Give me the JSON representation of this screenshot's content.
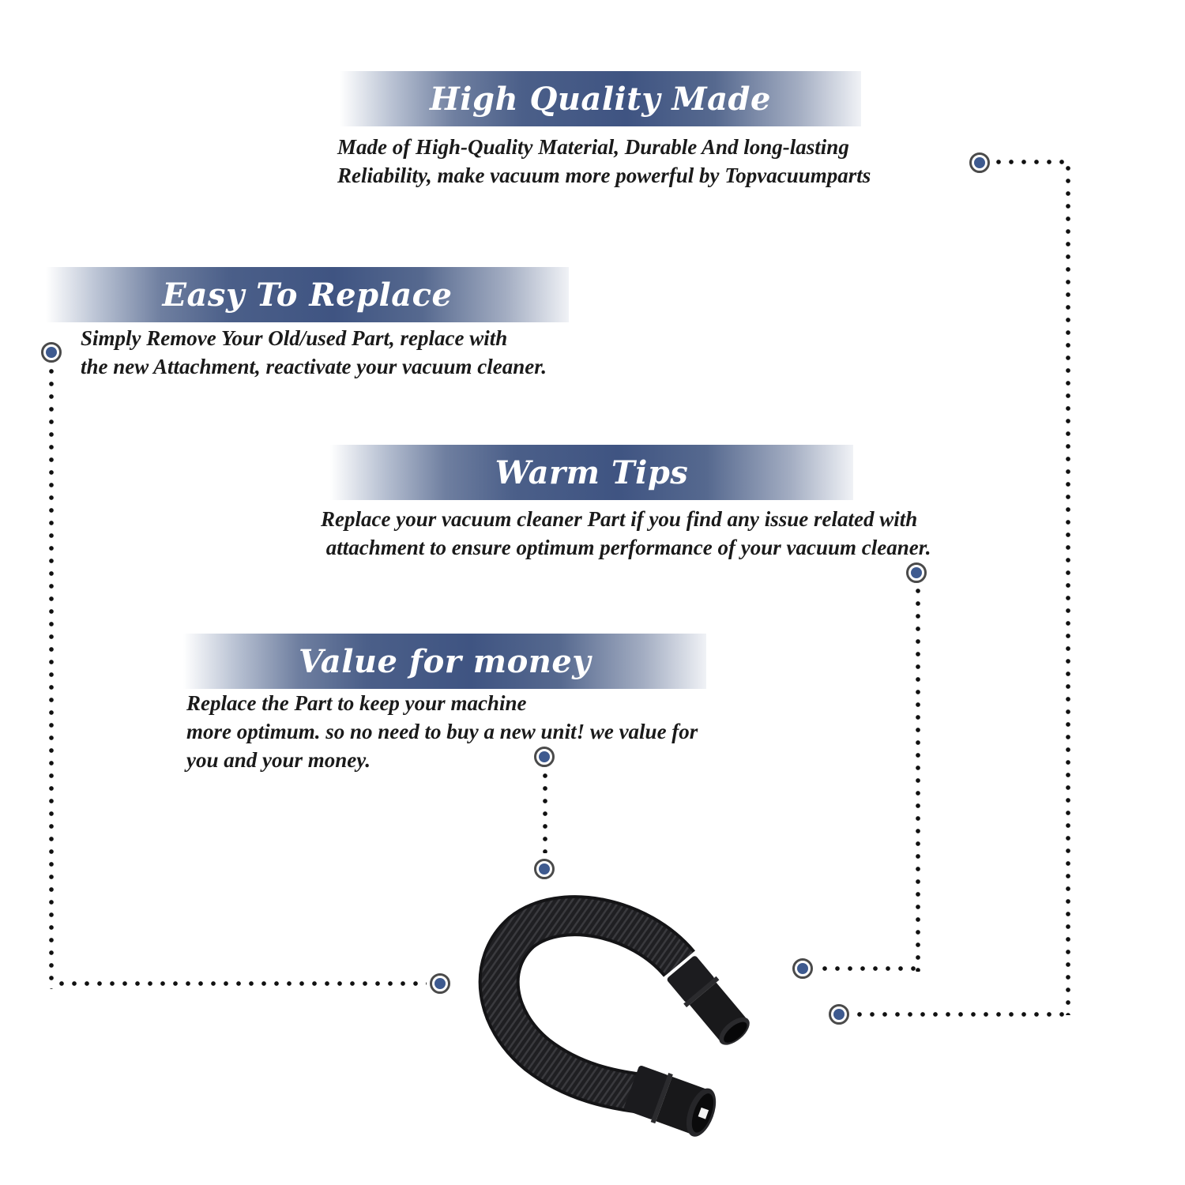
{
  "sections": [
    {
      "title": "High Quality Made",
      "lines": [
        "Made of  High-Quality Material, Durable And long-lasting",
        "Reliability, make vacuum more powerful by Topvacuumparts"
      ]
    },
    {
      "title": "Easy To Replace",
      "lines": [
        "Simply Remove Your Old/used Part, replace with",
        "the new Attachment, reactivate your vacuum cleaner."
      ]
    },
    {
      "title": "Warm Tips",
      "lines": [
        "Replace your vacuum cleaner Part if you find any issue related with",
        " attachment to ensure optimum performance of your vacuum cleaner."
      ]
    },
    {
      "title": "Value for money",
      "lines": [
        "Replace the Part to keep your machine",
        "more optimum. so no need to buy a new unit! we value for",
        "you and your money."
      ]
    }
  ],
  "product": {
    "name": "vacuum-hose",
    "color": "#1c1c1e"
  },
  "colors": {
    "banner_accent": "#3f5482",
    "marker_fill": "#3e5a8f",
    "marker_ring": "#4a4a4a",
    "dots": "#111111",
    "text": "#1a1a1a"
  }
}
